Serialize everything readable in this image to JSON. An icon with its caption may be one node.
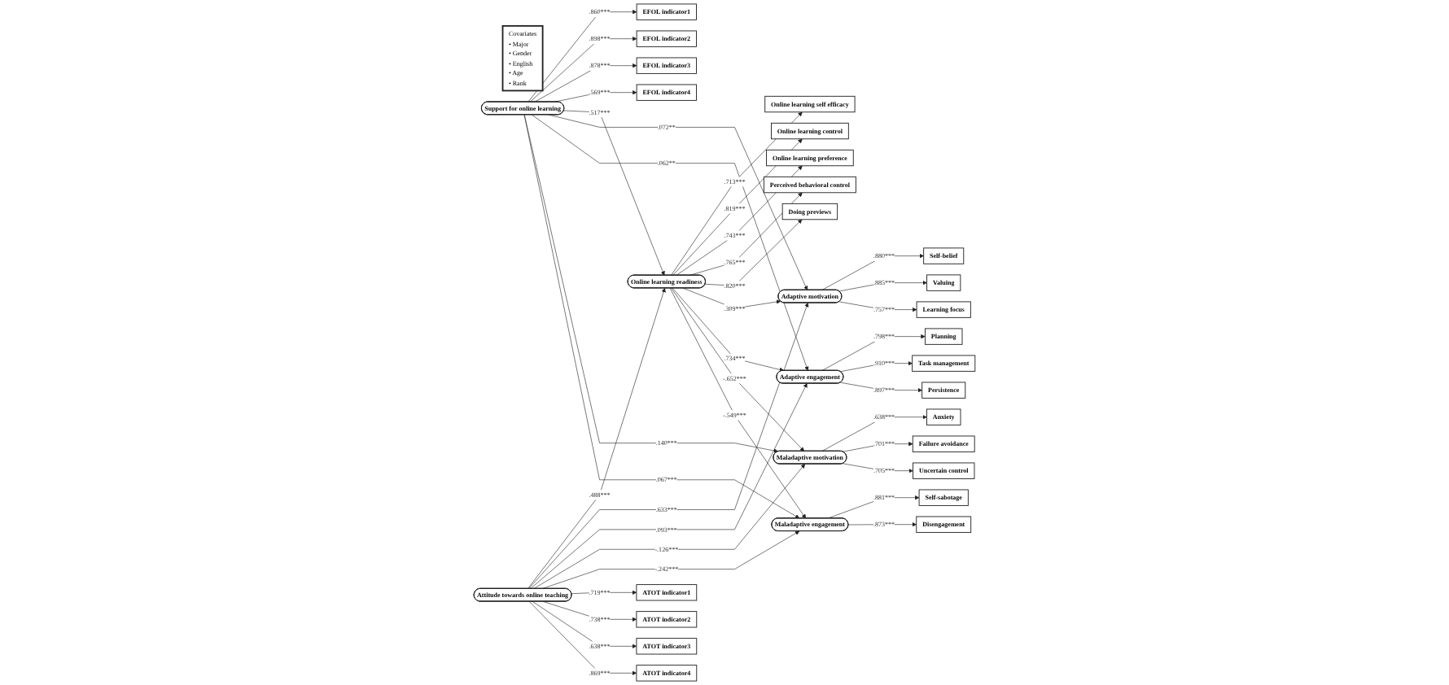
{
  "diagram": {
    "nodes": [
      {
        "text": [
          "Online learning self efficacy"
        ]
      },
      {
        "text": [
          "Online learning control"
        ]
      },
      {
        "text": [
          "Online learning preference"
        ]
      },
      {
        "text": [
          "Perceived behavioral control"
        ]
      },
      {
        "text": [
          "Doing previews"
        ]
      },
      {
        "text": [
          "Covariates",
          "• Major",
          "• Gender",
          "• English",
          "• Age",
          "• Rank"
        ]
      },
      {
        "text": [
          "EFOL indicator1"
        ]
      },
      {
        "text": [
          "EFOL indicator2"
        ]
      },
      {
        "text": [
          "EFOL indicator3"
        ]
      },
      {
        "text": [
          "EFOL indicator4"
        ]
      },
      {
        "text": [
          "Online learning readiness"
        ]
      },
      {
        "text": [
          "Support for online learning"
        ]
      },
      {
        "text": [
          "Attitude towards online teaching"
        ]
      },
      {
        "text": [
          "Adaptive motivation"
        ]
      },
      {
        "text": [
          "Adaptive engagement"
        ]
      },
      {
        "text": [
          "Maladaptive motivation"
        ]
      },
      {
        "text": [
          "Maladaptive engagement"
        ]
      },
      {
        "text": [
          "Self-belief"
        ]
      },
      {
        "text": [
          "Valuing"
        ]
      },
      {
        "text": [
          "Learning focus"
        ]
      },
      {
        "text": [
          "Planning"
        ]
      },
      {
        "text": [
          "Task management"
        ]
      },
      {
        "text": [
          "Persistence"
        ]
      },
      {
        "text": [
          "Anxiety"
        ]
      },
      {
        "text": [
          "Failure avoidance"
        ]
      },
      {
        "text": [
          "Uncertain control"
        ]
      },
      {
        "text": [
          "Self-sabotage"
        ]
      },
      {
        "text": [
          "Disengagement"
        ]
      },
      {
        "text": [
          "ATOT indicator1"
        ]
      },
      {
        "text": [
          "ATOT indicator2"
        ]
      },
      {
        "text": [
          "ATOT indicator3"
        ]
      },
      {
        "text": [
          "ATOT indicator4"
        ]
      }
    ],
    "edges": [
      {
        "from": 10,
        "to": 0,
        "arrow": "to",
        "label": ".713***"
      },
      {
        "from": 10,
        "to": 1,
        "arrow": "to",
        "label": ".819***"
      },
      {
        "from": 10,
        "to": 2,
        "arrow": "to",
        "label": ".743***"
      },
      {
        "from": 10,
        "to": 3,
        "arrow": "to",
        "label": ".765***"
      },
      {
        "from": 10,
        "to": 4,
        "arrow": "to",
        "label": ".820***"
      },
      {
        "from": 11,
        "to": 6,
        "arrow": "to",
        "label": ".860***"
      },
      {
        "from": 11,
        "to": 7,
        "arrow": "to",
        "label": ".898***"
      },
      {
        "from": 11,
        "to": 8,
        "arrow": "to",
        "label": ".878***"
      },
      {
        "from": 11,
        "to": 9,
        "arrow": "to",
        "label": ".569***"
      },
      {
        "from": 11,
        "to": 10,
        "arrow": "to",
        "label": ".517***"
      },
      {
        "from": 12,
        "to": 10,
        "arrow": "to",
        "label": ".488***"
      },
      {
        "from": 10,
        "to": 13,
        "arrow": "to",
        "label": ".309***"
      },
      {
        "from": 10,
        "to": 14,
        "arrow": "to",
        "label": ".734***"
      },
      {
        "from": 10,
        "to": 15,
        "arrow": "to",
        "label": "-.652***"
      },
      {
        "from": 10,
        "to": 16,
        "arrow": "to",
        "label": "-.549***"
      },
      {
        "from": 11,
        "to": 13,
        "arrow": "to",
        "label": ".072**"
      },
      {
        "from": 11,
        "to": 14,
        "arrow": "to",
        "label": ".062**"
      },
      {
        "from": 11,
        "to": 15,
        "arrow": "to",
        "label": ".140***"
      },
      {
        "from": 11,
        "to": 16,
        "arrow": "to",
        "label": ".067***"
      },
      {
        "from": 12,
        "to": 13,
        "arrow": "to",
        "label": ".633***"
      },
      {
        "from": 12,
        "to": 14,
        "arrow": "to",
        "label": ".093***"
      },
      {
        "from": 12,
        "to": 15,
        "arrow": "to",
        "label": "-.126***"
      },
      {
        "from": 12,
        "to": 16,
        "arrow": "to",
        "label": "-.242***"
      },
      {
        "from": 13,
        "to": 17,
        "arrow": "to",
        "label": ".880***"
      },
      {
        "from": 13,
        "to": 18,
        "arrow": "to",
        "label": ".885***"
      },
      {
        "from": 13,
        "to": 19,
        "arrow": "to",
        "label": ".757***"
      },
      {
        "from": 14,
        "to": 20,
        "arrow": "to",
        "label": ".798***"
      },
      {
        "from": 14,
        "to": 21,
        "arrow": "to",
        "label": ".910***"
      },
      {
        "from": 14,
        "to": 22,
        "arrow": "to",
        "label": ".897***"
      },
      {
        "from": 15,
        "to": 23,
        "arrow": "to",
        "label": ".638***"
      },
      {
        "from": 15,
        "to": 24,
        "arrow": "to",
        "label": ".701***"
      },
      {
        "from": 15,
        "to": 25,
        "arrow": "to",
        "label": ".705***"
      },
      {
        "from": 16,
        "to": 26,
        "arrow": "to",
        "label": ".881***"
      },
      {
        "from": 16,
        "to": 27,
        "arrow": "to",
        "label": ".873***"
      },
      {
        "from": 12,
        "to": 28,
        "arrow": "to",
        "label": ".719***"
      },
      {
        "from": 12,
        "to": 29,
        "arrow": "to",
        "label": ".738***"
      },
      {
        "from": 12,
        "to": 30,
        "arrow": "to",
        "label": ".638***"
      },
      {
        "from": 12,
        "to": 31,
        "arrow": "to",
        "label": ".869***"
      }
    ]
  }
}
